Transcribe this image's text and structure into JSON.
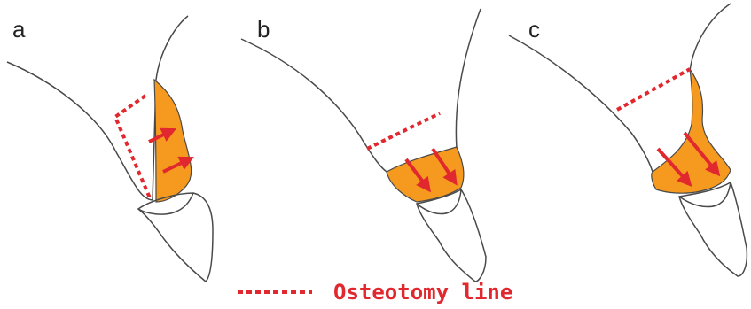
{
  "panels": [
    {
      "letter": "a"
    },
    {
      "letter": "b"
    },
    {
      "letter": "c"
    }
  ],
  "legend": {
    "label": "Osteotomy line"
  },
  "colors": {
    "outline": "#4a4a4a",
    "fill": "#f59a1e",
    "osteotomy_line": "#e0282e",
    "arrow": "#e0282e"
  }
}
